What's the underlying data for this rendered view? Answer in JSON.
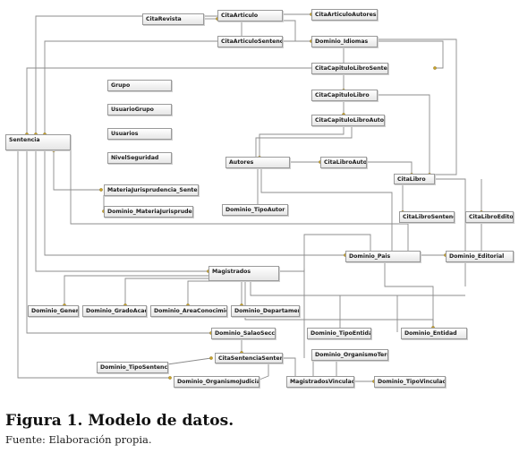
{
  "figure": {
    "title": "Figura 1. Modelo de datos.",
    "source": "Fuente: Elaboración propia."
  },
  "entities": {
    "cita_revista": "CitaRevista",
    "cita_articulo": "CitaArticulo",
    "cita_articulo_autores": "CitaArticuloAutores",
    "cita_articulo_sentencia": "CitaArticuloSentencia",
    "dominio_idiomas": "Dominio_Idiomas",
    "cita_capitulo_libro_sentencia": "CitaCapituloLibroSentencia",
    "cita_capitulo_libro": "CitaCapituloLibro",
    "cita_capitulo_libro_autores": "CitaCapituloLibroAutores",
    "grupo": "Grupo",
    "usuario_grupo": "UsuarioGrupo",
    "usuarios": "Usuarios",
    "nivel_seguridad": "NivelSeguridad",
    "sentencia": "Sentencia",
    "autores": "Autores",
    "cita_libro_autores": "CitaLibroAutores",
    "cita_libro": "CitaLibro",
    "materia_jurisprudencia_sentencias": "MateriaJurisprudencia_Sentencias",
    "dominio_materia_jurisprudencia": "Dominio_MateriaJurisprudencia",
    "dominio_tipo_autor": "Dominio_TipoAutor",
    "cita_libro_sentencia": "CitaLibroSentencia",
    "cita_libro_editor": "CitaLibroEditor",
    "dominio_pais": "Dominio_Pais",
    "dominio_editorial": "Dominio_Editorial",
    "magistrados": "Magistrados",
    "dominio_genero": "Dominio_Genero",
    "dominio_grado_academ": "Dominio_GradoAcadem",
    "dominio_area_conocimiento": "Dominio_AreaConocimiento",
    "dominio_departamentos": "Dominio_Departamentos",
    "dominio_tipo_entidad": "Dominio_TipoEntidad",
    "dominio_entidad": "Dominio_Entidad",
    "dominio_sala_seccion": "Dominio_SalaoSeccion",
    "dominio_organismo_terna": "Dominio_OrganismoTerna",
    "dominio_tipo_sentencia": "Dominio_TipoSentencia",
    "cita_sentencia_sentencia": "CitaSentenciaSentencia",
    "dominio_organismo_judicial": "Dominio_OrganismoJudicial",
    "magistrados_vinculacion": "MagistradosVinculacion",
    "dominio_tipo_vinculacion": "Dominio_TipoVinculacion"
  }
}
